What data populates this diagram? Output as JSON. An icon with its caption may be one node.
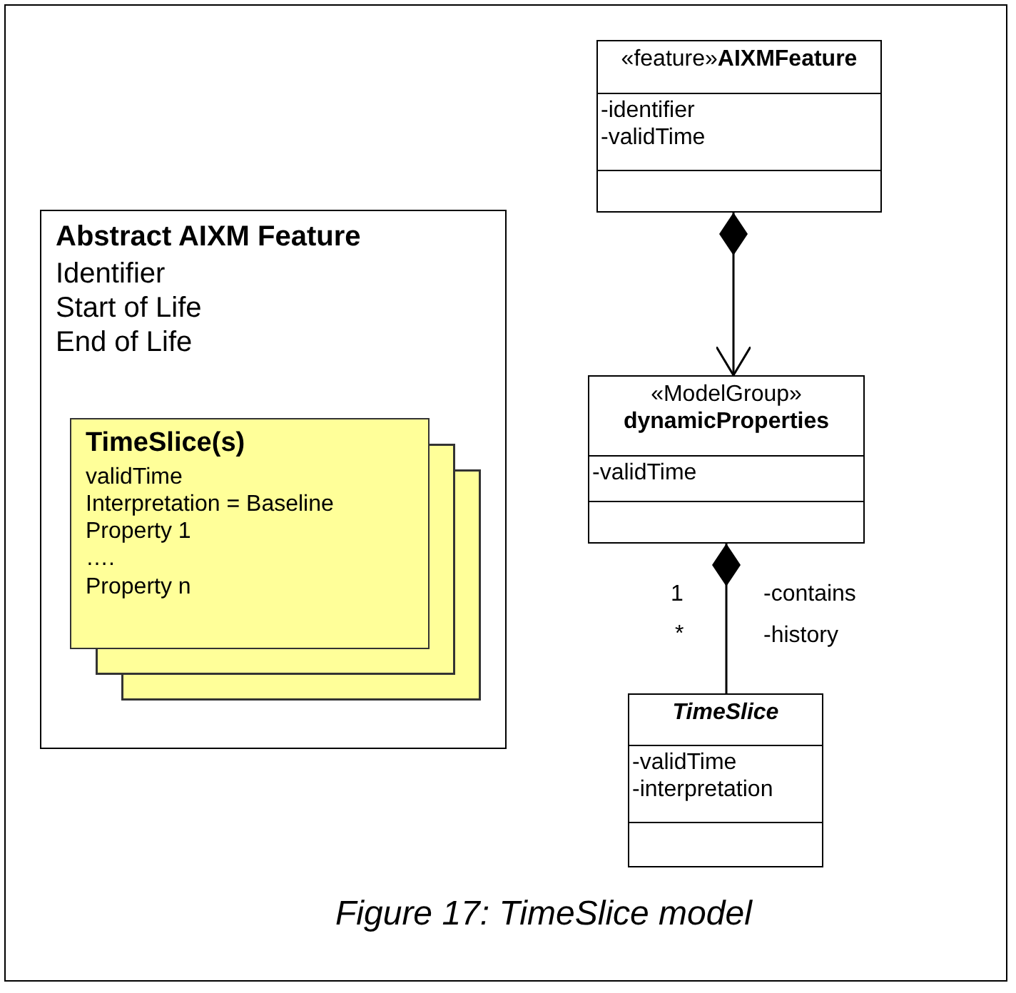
{
  "diagram": {
    "caption": "Figure 17: TimeSlice model",
    "nodes": [
      {
        "text": [
          "Abstract AIXM Feature",
          "Identifier",
          "Start of Life",
          "End of Life"
        ]
      },
      {
        "text": [
          "TimeSlice(s)",
          "validTime",
          "Interpretation = Baseline",
          "Property 1",
          "….",
          "Property n"
        ],
        "in": 0
      },
      {
        "text": [],
        "shape": "box",
        "in": 0
      },
      {
        "text": [],
        "shape": "box",
        "in": 0
      },
      {
        "text": [
          "«feature»**AIXMFeature**",
          "-identifier",
          "-validTime"
        ]
      },
      {
        "text": [
          "«ModelGroup»",
          "dynamicProperties",
          "-validTime"
        ]
      },
      {
        "text": [
          "TimeSlice",
          "-validTime",
          "-interpretation"
        ]
      }
    ],
    "edges": [
      {
        "from": 4,
        "to": 5,
        "arrow": "to"
      },
      {
        "from": 5,
        "to": 6,
        "arrow": "other"
      }
    ],
    "labels": [
      "1",
      "-contains",
      "*",
      "-history"
    ]
  }
}
